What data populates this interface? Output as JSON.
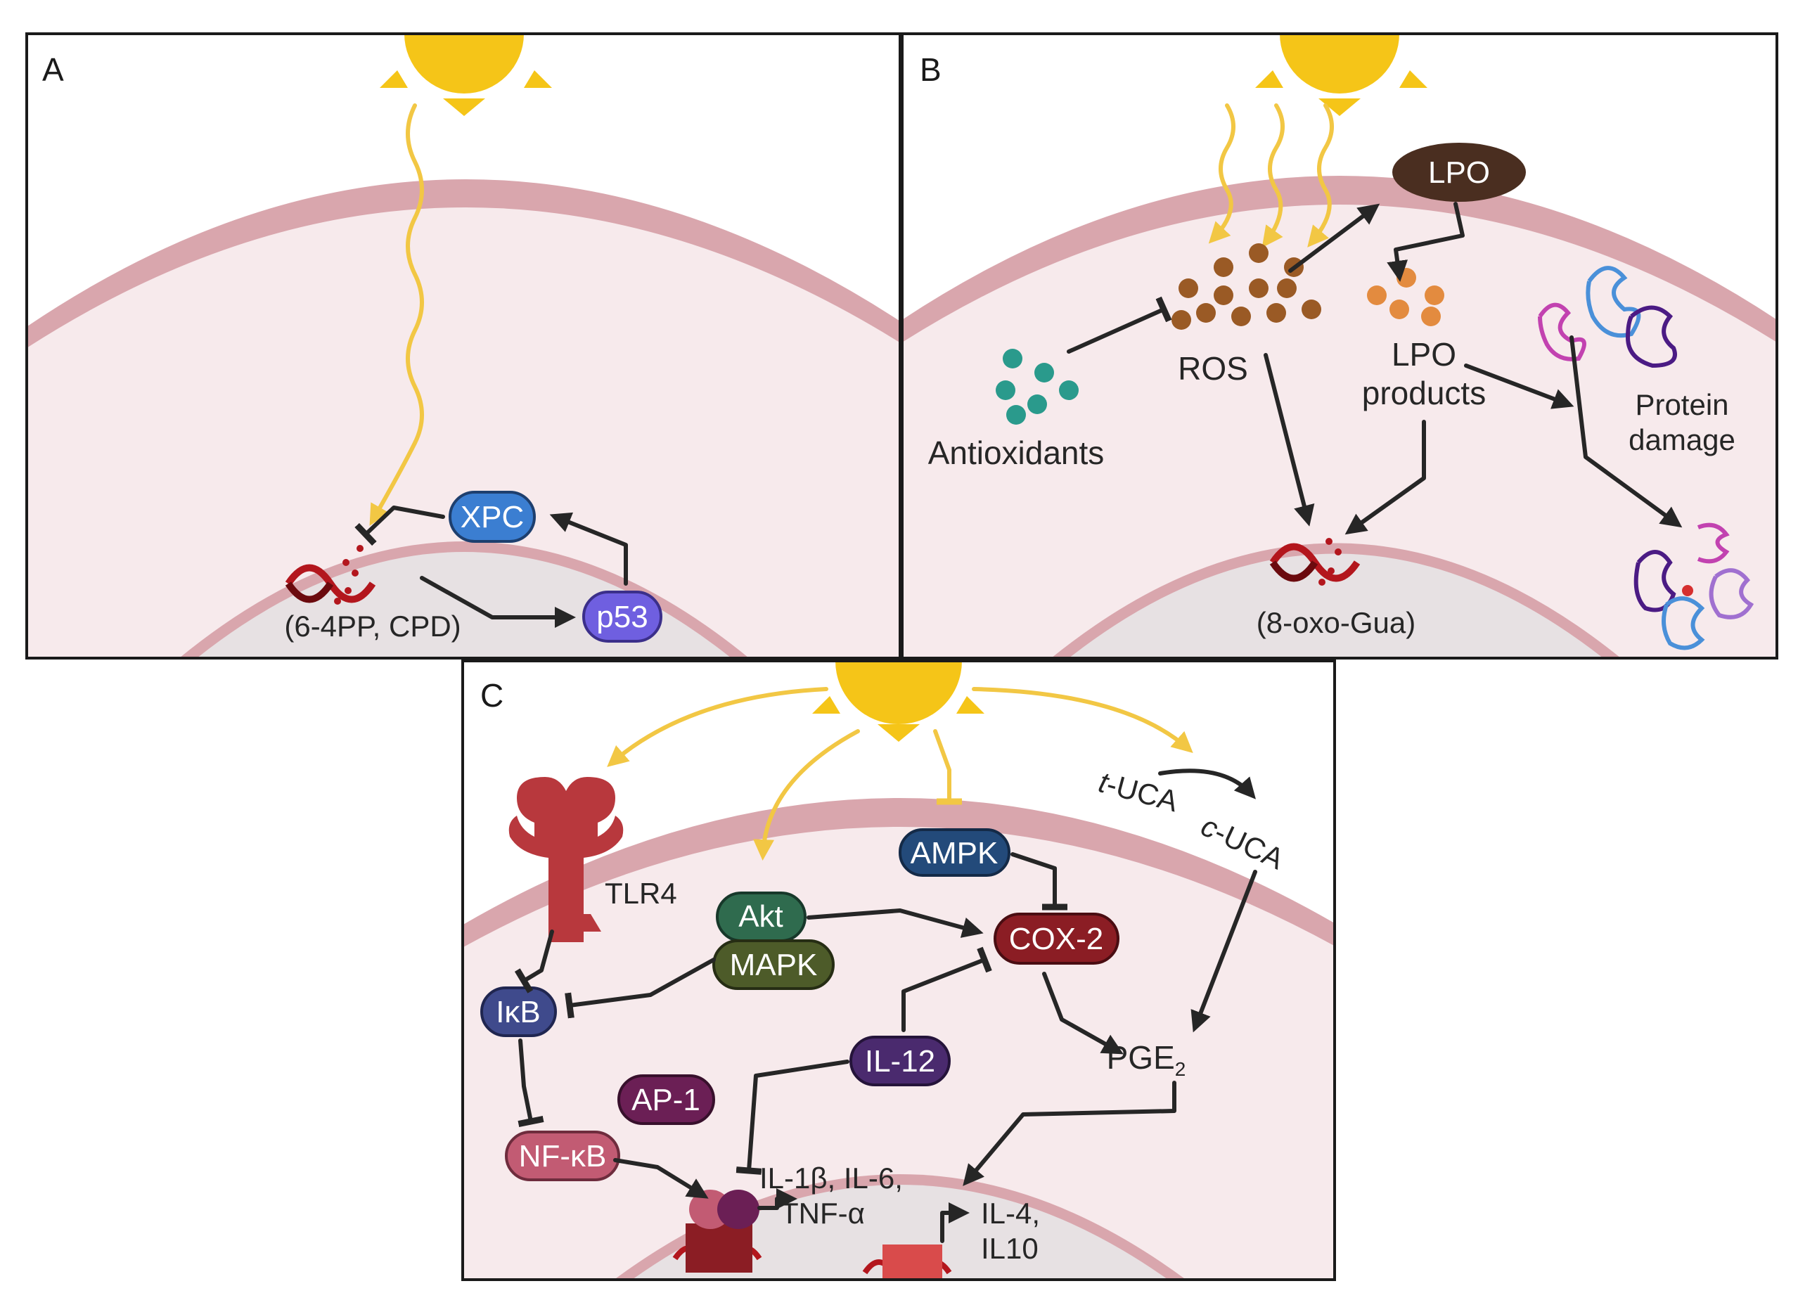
{
  "panels": {
    "a": {
      "letter": "A",
      "dna_lesion": "(6-4PP, CPD)",
      "xpc": "XPC",
      "p53": "p53"
    },
    "b": {
      "letter": "B",
      "lpo": "LPO",
      "ros": "ROS",
      "lpo_products_1": "LPO",
      "lpo_products_2": "products",
      "antioxidants": "Antioxidants",
      "protein_damage_1": "Protein",
      "protein_damage_2": "damage",
      "dna_lesion": "(8-oxo-Gua)"
    },
    "c": {
      "letter": "C",
      "tlr4": "TLR4",
      "akt": "Akt",
      "mapk": "MAPK",
      "ampk": "AMPK",
      "cox2": "COX-2",
      "ikb": "IκB",
      "nfkb": "NF-κB",
      "ap1": "AP-1",
      "il12": "IL-12",
      "t_uca_prefix": "t",
      "t_uca_suffix": "-UCA",
      "c_uca_prefix": "c",
      "c_uca_suffix": "-UCA",
      "pge2": "PGE",
      "pge2_sub": "2",
      "cytokines_1": "IL-1β, IL-6,",
      "cytokines_2": "TNF-α",
      "il4_1": "IL-4,",
      "il4_2": "IL10"
    }
  },
  "colors": {
    "sun": "#f5c518",
    "uv": "#f2c744",
    "membrane": "#d9a6ad",
    "cytoplasm": "#f7eaec",
    "nucleus": "#e7e1e3",
    "xpc": "#3b7ed1",
    "p53": "#6f5fe0",
    "lpo": "#4a2e20",
    "ros_dot": "#9a5a25",
    "lpo_product_dot": "#e38b3f",
    "antioxidant_dot": "#2a9a8c",
    "dna": "#b3161d",
    "tlr4": "#b8383d",
    "akt": "#2f6b4e",
    "mapk": "#4d5b29",
    "ampk": "#234a7a",
    "cox2": "#8b1d24",
    "ikb": "#3f4a8c",
    "nfkb": "#c25b73",
    "ap1": "#6b1f55",
    "il12": "#4a2a6e"
  }
}
